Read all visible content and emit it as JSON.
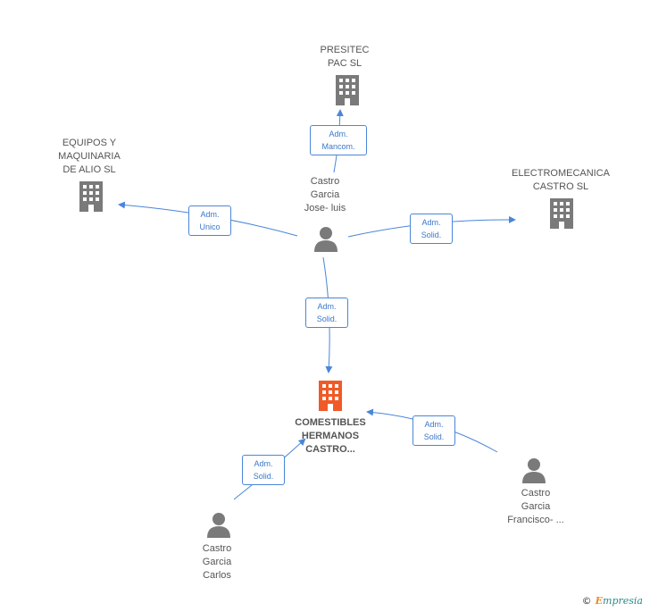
{
  "colors": {
    "edge": "#4a86d8",
    "company_icon": "#7a7a7a",
    "focus_icon": "#f05a28",
    "person_icon": "#7a7a7a",
    "label": "#555555"
  },
  "nodes": {
    "presitec": {
      "label": "PRESITEC\nPAC SL",
      "icon": "building-icon"
    },
    "equipos": {
      "label": "EQUIPOS Y\nMAQUINARIA\nDE ALIO SL",
      "icon": "building-icon"
    },
    "electromecanica": {
      "label": "ELECTROMECANICA\nCASTRO SL",
      "icon": "building-icon"
    },
    "comestibles": {
      "label": "COMESTIBLES\nHERMANOS\nCASTRO...",
      "icon": "building-icon"
    },
    "jose_luis": {
      "label": "Castro\nGarcia\nJose- luis",
      "icon": "person-icon"
    },
    "francisco": {
      "label": "Castro\nGarcia\nFrancisco- ...",
      "icon": "person-icon"
    },
    "carlos": {
      "label": "Castro\nGarcia\nCarlos",
      "icon": "person-icon"
    }
  },
  "edges": {
    "jose_to_presitec": "Adm.\nMancom.",
    "jose_to_equipos": "Adm.\nUnico",
    "jose_to_electromecanica": "Adm.\nSolid.",
    "jose_to_comestibles": "Adm.\nSolid.",
    "francisco_to_comestibles": "Adm.\nSolid.",
    "carlos_to_comestibles": "Adm.\nSolid."
  },
  "watermark": {
    "copyright": "©",
    "brand_initial": "E",
    "brand_rest": "mpresia"
  }
}
